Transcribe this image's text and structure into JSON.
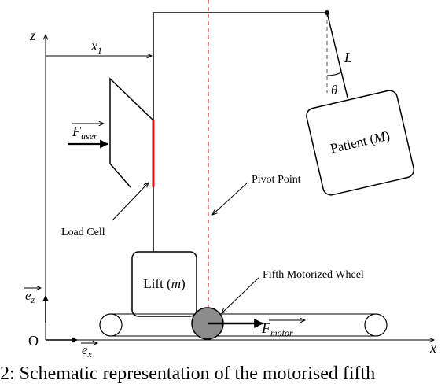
{
  "axes": {
    "z": "z",
    "x": "x",
    "origin": "O"
  },
  "vectors": {
    "ez_base": "e",
    "ez_sub": "z",
    "ex_base": "e",
    "ex_sub": "x"
  },
  "dimension": {
    "x1_base": "x",
    "x1_sub": "1"
  },
  "pendulum": {
    "length": "L",
    "angle": "θ"
  },
  "labels": {
    "patient_text": "Patient (",
    "patient_var": "M",
    "patient_close": ")",
    "lift_text": "Lift (",
    "lift_var": "m",
    "lift_close": ")",
    "pivot_point": "Pivot Point",
    "load_cell": "Load Cell",
    "fifth_wheel": "Fifth Motorized Wheel"
  },
  "forces": {
    "user_base": "F",
    "user_sub": "user",
    "motor_base": "F",
    "motor_sub": "motor"
  },
  "colors": {
    "line": "#000000",
    "load_cell": "#e0101a",
    "pivot_line": "#d01018",
    "wheel_fill": "#8c8c8c"
  },
  "caption": "2: Schematic representation of the motorised fifth"
}
